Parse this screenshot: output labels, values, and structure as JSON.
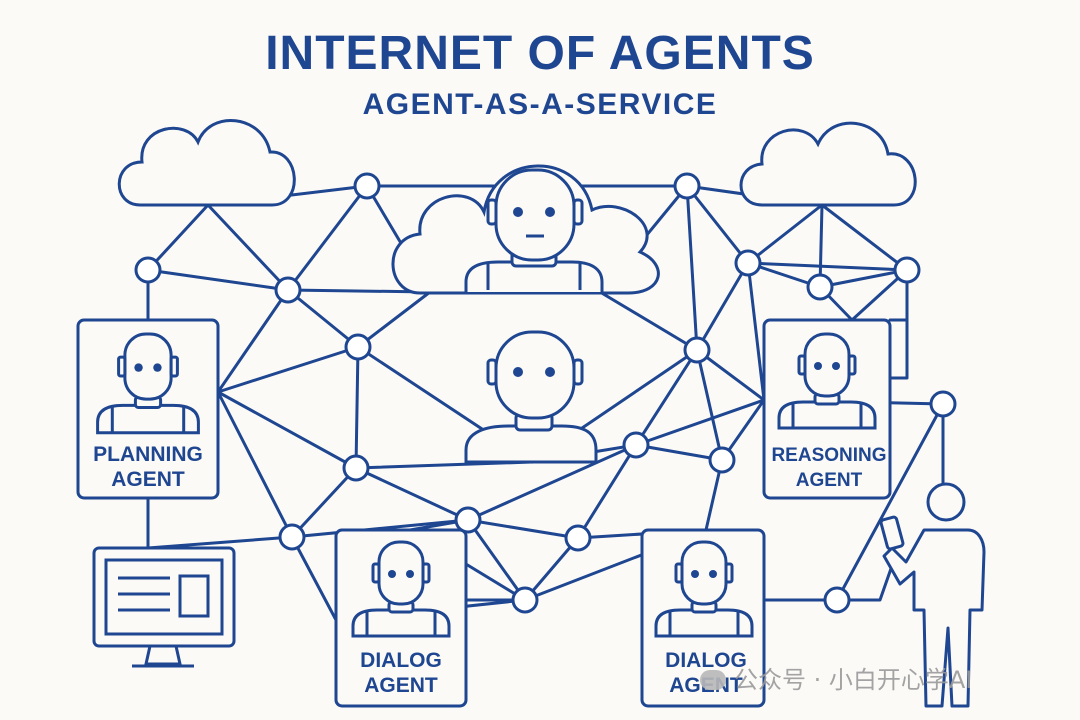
{
  "header": {
    "title": "INTERNET OF AGENTS",
    "subtitle": "AGENT-AS-A-SERVICE"
  },
  "agents": {
    "planning": [
      "PLANNING",
      "AGENT"
    ],
    "reasoning": [
      "REASONING",
      "AGENT"
    ],
    "dialog_left": [
      "DIALOG",
      "AGENT"
    ],
    "dialog_right": [
      "DIALOG",
      "AGENT"
    ]
  },
  "watermark": {
    "text": "公众号 · 小白开心学AI",
    "icon": "wechat-icon"
  },
  "colors": {
    "stroke": "#1f4690",
    "background": "#fbfaf7",
    "node_fill": "#ffffff"
  },
  "icons": [
    "cloud-icon",
    "robot-icon",
    "monitor-icon",
    "person-with-phone-icon"
  ]
}
